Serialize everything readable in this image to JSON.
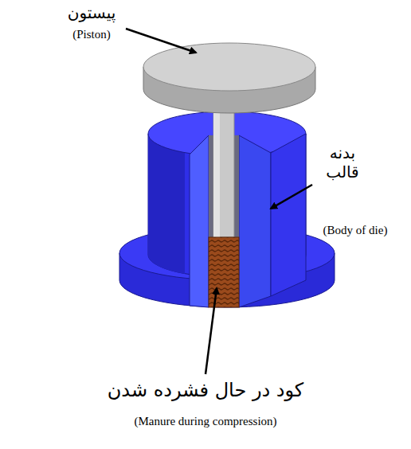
{
  "diagram": {
    "labels": [
      "پیستون",
      "(Piston)",
      "بدنه قالب",
      "(Body of die)",
      "کود در حال فشرده شدن",
      "(Manure during compression)"
    ]
  }
}
